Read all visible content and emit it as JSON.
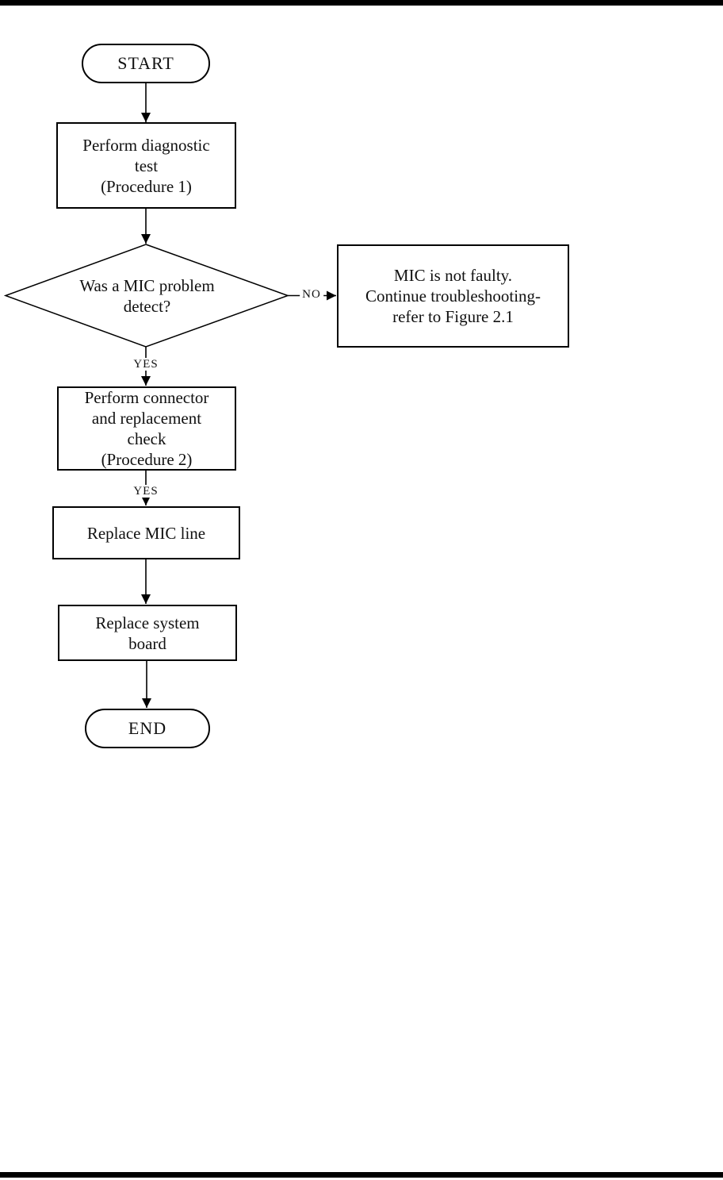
{
  "page": {
    "background": "#ffffff",
    "rule_color": "#000000",
    "line_color": "#000000",
    "text_color": "#111111"
  },
  "flowchart": {
    "nodes": {
      "start": {
        "type": "terminator",
        "label": "START"
      },
      "diagnostic_test": {
        "type": "process",
        "lines": [
          "Perform diagnostic",
          "test",
          "(Procedure 1)"
        ]
      },
      "mic_problem_decision": {
        "type": "decision",
        "lines": [
          "Was a MIC problem",
          "detect?"
        ]
      },
      "mic_not_faulty": {
        "type": "process",
        "lines": [
          "MIC is not faulty.",
          "Continue troubleshooting-",
          "refer to Figure 2.1"
        ]
      },
      "connector_check": {
        "type": "process",
        "lines": [
          "Perform connector",
          "and replacement",
          "check",
          "(Procedure 2)"
        ]
      },
      "replace_mic_line": {
        "type": "process",
        "lines": [
          "Replace MIC line"
        ]
      },
      "replace_system_board": {
        "type": "process",
        "lines": [
          "Replace system",
          "board"
        ]
      },
      "end": {
        "type": "terminator",
        "label": "END"
      }
    },
    "edge_labels": {
      "no": "NO",
      "yes_decision": "YES",
      "yes_connector": "YES"
    }
  }
}
